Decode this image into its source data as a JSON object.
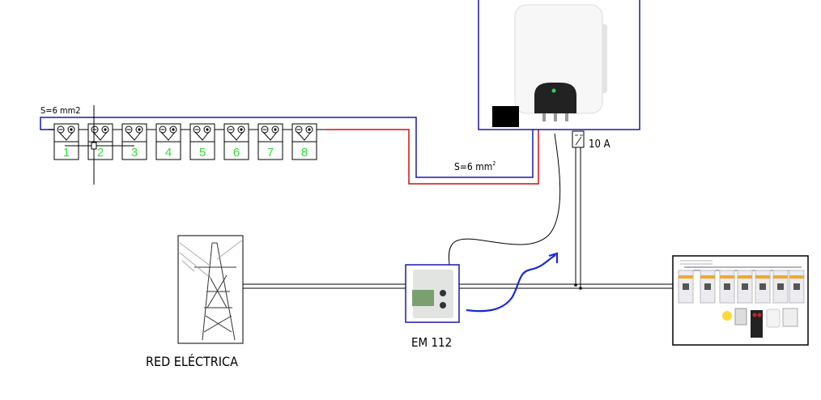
{
  "panels": {
    "labels": [
      "1",
      "2",
      "3",
      "4",
      "5",
      "6",
      "7",
      "8"
    ],
    "number_color": "#33dd33"
  },
  "labels": {
    "string_cable": "S=6 mm2",
    "inverter_cable": "S=6 mm",
    "inverter_cable_sup": "2",
    "breaker": "10 A",
    "grid": "RED  ELÉCTRICA",
    "meter": "EM 112"
  },
  "colors": {
    "positive_wire": "#d01010",
    "negative_wire": "#1a1aa8",
    "frame": "#1a1aa8",
    "signal_arrow": "#1a2ad0"
  }
}
